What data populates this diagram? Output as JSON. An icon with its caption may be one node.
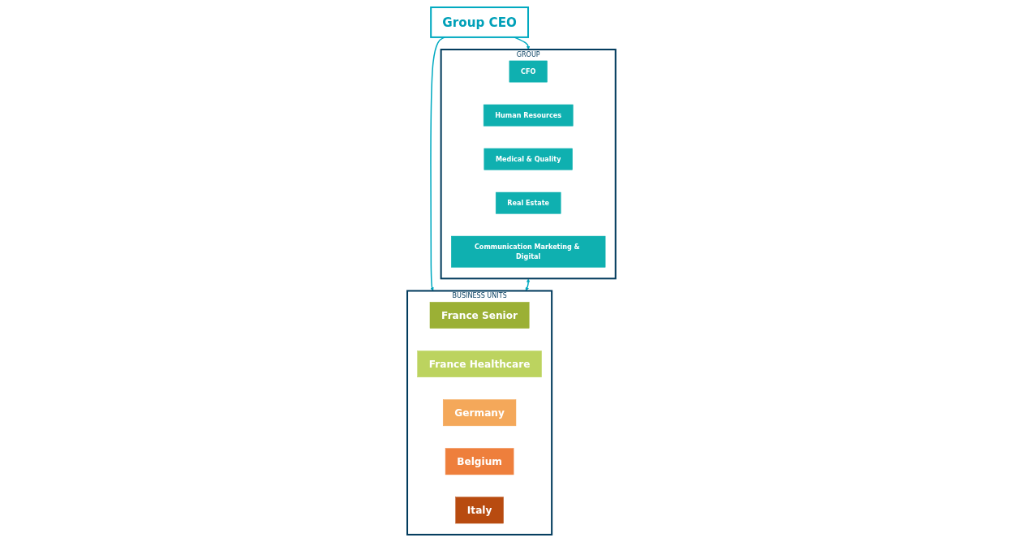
{
  "diagram": {
    "nodes": [
      {
        "text": [
          "Group CEO"
        ]
      },
      {
        "text": [
          "GROUP"
        ]
      },
      {
        "text": [
          "CFO"
        ],
        "in": 1
      },
      {
        "text": [
          "Human Resources"
        ],
        "in": 1
      },
      {
        "text": [
          "Medical & Quality"
        ],
        "in": 1
      },
      {
        "text": [
          "Real Estate"
        ],
        "in": 1
      },
      {
        "text": [
          "Communication Marketing & Digital"
        ],
        "in": 1
      },
      {
        "text": [
          "BUSINESS UNITS"
        ]
      },
      {
        "text": [
          "France Senior"
        ],
        "in": 7
      },
      {
        "text": [
          "France Healthcare"
        ],
        "in": 7
      },
      {
        "text": [
          "Germany"
        ],
        "in": 7
      },
      {
        "text": [
          "Belgium"
        ],
        "in": 7
      },
      {
        "text": [
          "Italy"
        ],
        "in": 7
      }
    ],
    "edges": [
      {
        "from": 0,
        "to": 1,
        "arrow": "to"
      },
      {
        "from": 0,
        "to": 7,
        "arrow": "to"
      },
      {
        "from": 1,
        "to": 7,
        "arrow": "both"
      }
    ]
  }
}
